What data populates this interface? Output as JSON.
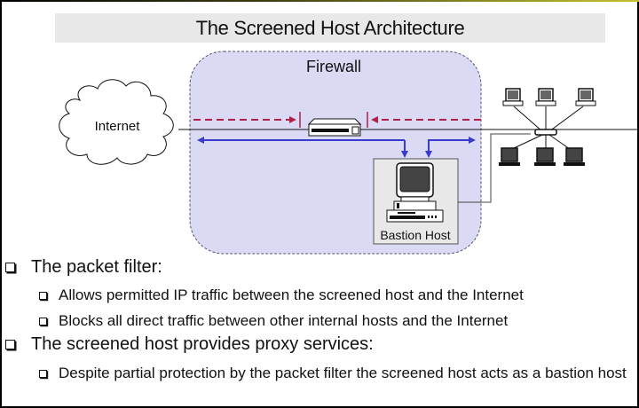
{
  "slide": {
    "title": "The Screened Host Architecture"
  },
  "diagram": {
    "firewall_label": "Firewall",
    "internet_label": "Internet",
    "bastion_label": "Bastion Host",
    "colors": {
      "firewall_fill": "#dadaf4",
      "blocked_traffic": "#b0204a",
      "permitted_traffic": "#3a3acc",
      "bastion_box_fill": "#e8e8e8",
      "title_bar_fill": "#e8e8e8"
    },
    "icons": {
      "internet": "cloud-icon",
      "packet_filter": "router-icon",
      "bastion": "desktop-computer-icon",
      "internal_hub": "hub-icon",
      "internal_desktops": "workstation-icon",
      "internal_laptops": "laptop-icon"
    }
  },
  "bullets": [
    {
      "text": "The packet filter:",
      "children": [
        "Allows permitted IP traffic between the screened host and the Internet",
        "Blocks all direct traffic between other internal hosts and the Internet"
      ]
    },
    {
      "text": "The screened host provides proxy services:",
      "children": [
        "Despite partial protection by the packet filter the screened host acts as a bastion host"
      ]
    }
  ]
}
